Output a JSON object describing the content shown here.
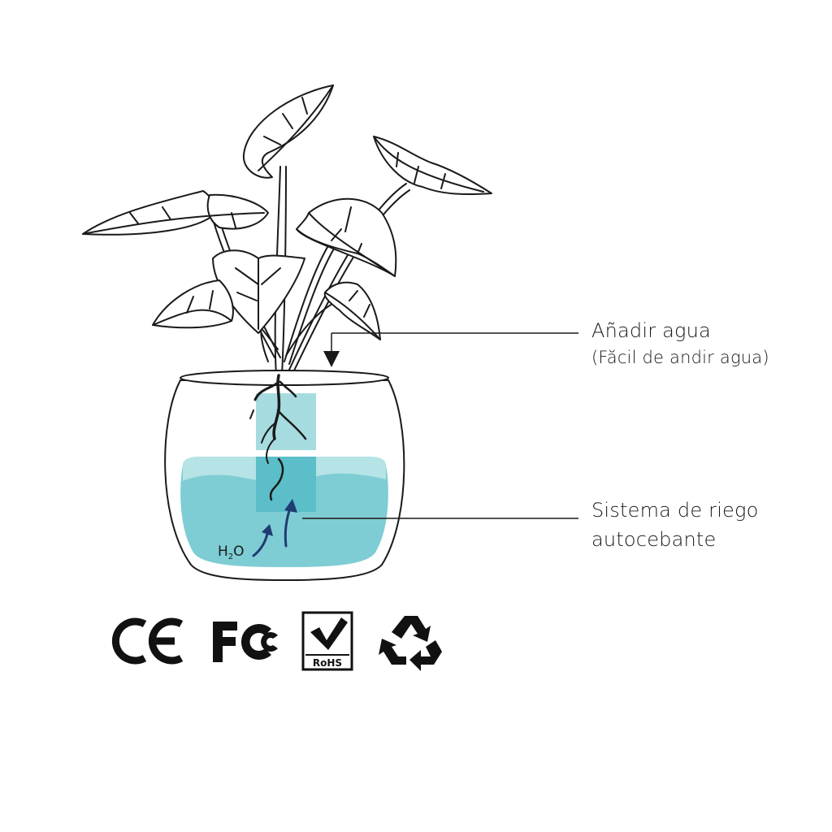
{
  "callouts": {
    "add_water": {
      "title": "Añadir agua",
      "subtitle": "(Făcil de andir agua)"
    },
    "wicking_system": {
      "line1": "Sistema de riego",
      "line2": "autocebante"
    }
  },
  "water_label": {
    "base": "H",
    "subscript": "2",
    "tail": "O"
  },
  "certifications": {
    "ce": "CE",
    "fcc": "FC",
    "rohs": "RoHS",
    "recycle": "recycle-icon"
  },
  "colors": {
    "water": "#7fcdd4",
    "water_surface": "#b5e3e6",
    "wick": "#a6dcdf",
    "wick_submerged": "#5bbec8",
    "arrow": "#1f3c73",
    "line": "#1a1a1a"
  }
}
